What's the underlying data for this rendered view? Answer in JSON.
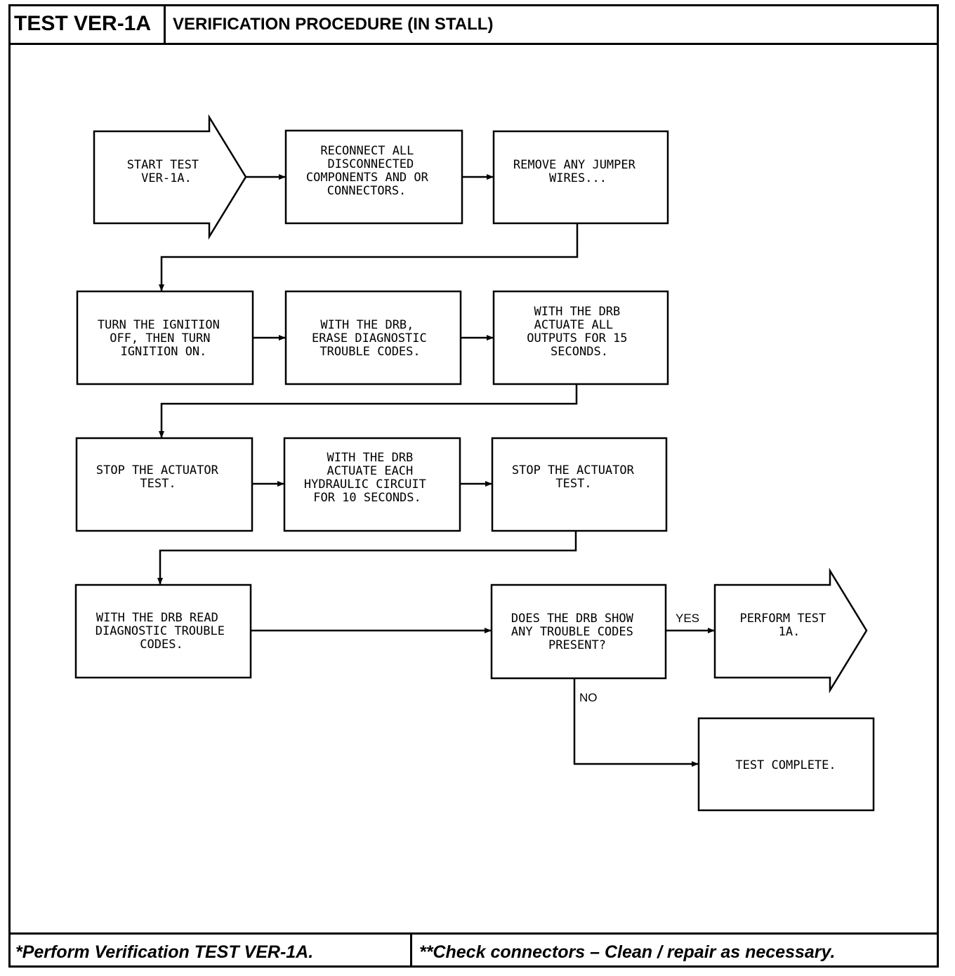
{
  "header": {
    "test_id": "TEST VER-1A",
    "title": "VERIFICATION PROCEDURE (IN STALL)"
  },
  "footer": {
    "left": "*Perform Verification TEST VER-1A.",
    "right": "**Check connectors – Clean / repair as necessary."
  },
  "flowchart": {
    "start": [
      "START TEST",
      "VER-1A."
    ],
    "reconnect": [
      "RECONNECT ALL",
      "DISCONNECTED",
      "COMPONENTS AND OR",
      "CONNECTORS."
    ],
    "remove_jumpers": [
      "REMOVE ANY JUMPER",
      "WIRES..."
    ],
    "ignition": [
      "TURN THE IGNITION",
      "OFF, THEN TURN",
      "IGNITION ON."
    ],
    "erase_codes": [
      "WITH THE DRB,",
      "ERASE DIAGNOSTIC",
      "TROUBLE CODES."
    ],
    "actuate_outputs": [
      "WITH THE DRB",
      "ACTUATE ALL",
      "OUTPUTS FOR 15",
      "SECONDS."
    ],
    "stop_actuator_1": [
      "STOP THE ACTUATOR",
      "TEST."
    ],
    "actuate_hydraulic": [
      "WITH THE DRB",
      "ACTUATE EACH",
      "HYDRAULIC CIRCUIT",
      "FOR 10 SECONDS."
    ],
    "stop_actuator_2": [
      "STOP THE ACTUATOR",
      "TEST."
    ],
    "read_codes": [
      "WITH THE DRB READ",
      "DIAGNOSTIC TROUBLE",
      "CODES."
    ],
    "decision": [
      "DOES THE DRB SHOW",
      "ANY TROUBLE CODES",
      "PRESENT?"
    ],
    "perform_test": [
      "PERFORM TEST",
      "1A."
    ],
    "complete": [
      "TEST COMPLETE."
    ],
    "yes_label": "YES",
    "no_label": "NO"
  }
}
